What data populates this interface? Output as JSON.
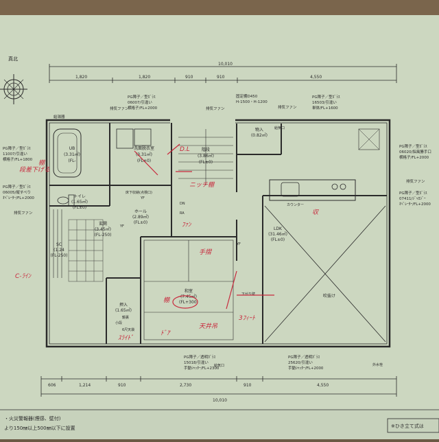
{
  "north": {
    "label": "真北"
  },
  "dimensions": {
    "top_total": "10,010",
    "top_segments": [
      "1,820",
      "1,820",
      "910",
      "910",
      "4,550"
    ],
    "bottom_segments": [
      "606",
      "1,214",
      "910",
      "2,730",
      "910",
      "4,550"
    ],
    "bottom_total": "10,010"
  },
  "windows": {
    "bath": [
      "PG障子／型ｶﾞﾗｽ",
      "11007/引違い",
      "横格子/FL+1800"
    ],
    "toilet": [
      "PG障子／型ｶﾞﾗｽ",
      "06005/縦すべり",
      "ｵﾍﾟﾚｰﾀｰ/FL+2000"
    ],
    "washroom": [
      "PG障子／型ｶﾞﾗｽ",
      "06007/引違い",
      "横格子/FL+2000"
    ],
    "storage": [
      "PG障子／型ｶﾞﾗｽ",
      "16503/引違い",
      "単体/FL+1600"
    ],
    "kitchen_right": [
      "PG障子／型ｶﾞﾗｽ",
      "06020/採風勝手口",
      "横格子/FL+2000"
    ],
    "ldk_right": [
      "PG障子／型ｶﾞﾗｽ",
      "07411/ｼﾞｬﾛｼﾞｰ",
      "ｵﾍﾟﾚｰﾀｰ/FL+2000"
    ],
    "washitsu_bottom": [
      "PG障子／透明ｶﾞﾗｽ",
      "15018/引違い",
      "手動ｼｬｯﾀｰ/FL+2300"
    ],
    "ldk_bottom": [
      "PG障子／透明ｶﾞﾗｽ",
      "25620/引違い",
      "手動ｼｬｯﾀｰ/FL+2000"
    ]
  },
  "rooms": {
    "ub": [
      "UB",
      "(3.31㎡)",
      "(FL-"
    ],
    "washroom": [
      "洗面脱衣室",
      "(3.31㎡)",
      "(FL±0)"
    ],
    "kaidan": [
      "階段",
      "(3.86㎡)",
      "(FL±0)"
    ],
    "monoire": [
      "物入",
      "(0.82㎡)"
    ],
    "toilet": [
      "トイレ",
      "(1.65㎡)",
      "(FL±0)"
    ],
    "hall": [
      "ホール",
      "(2.89㎡)",
      "(FL±0)"
    ],
    "genkan": [
      "玄関",
      "(3.45㎡)",
      "(FL-250)"
    ],
    "sc": [
      "SC",
      "(1.24",
      "(FL-250)"
    ],
    "washitsu": [
      "和室",
      "(7.45㎡)",
      "(FL+300)"
    ],
    "oshiire": [
      "押入",
      "(1.65㎡)"
    ],
    "ldk": [
      "LDK",
      "(31.46㎡)",
      "(FL±0)"
    ],
    "fukinuke": "吹抜け"
  },
  "notes": {
    "kyuyuki": "給湯器",
    "haikifan_1": "排気ファン",
    "haikifan_2": "排気ファン",
    "haikifan_3": "排気ファン",
    "haikifan_4": "排気ファン",
    "haikifan_5": "排気ファン",
    "kyuki": "給気口",
    "kyuki_2": "給気口",
    "fixed": [
      "固定棚D450",
      "H-1500・H-1200"
    ],
    "counter": "カウンター",
    "yukashita": "床下収納(点検口)",
    "yf_1": "YF",
    "yf_2": "YF",
    "yf_3": "YF",
    "ra": "RA",
    "ddn": "DN",
    "outdoor_faucet": "外水栓",
    "shoka": "小段",
    "shoka2": "6尺天袋",
    "kyuden": "鏡裏",
    "kama": "下がり壁",
    "fire_alarm": "・火災警報器(煙感、壁付)",
    "alarm_range": "より150㎜以上500㎜以下に設置",
    "hikitate": "※ひき立て式は"
  },
  "handwritten": {
    "bath_note": "棚",
    "bath_note2": "段差下げる",
    "dl": "D.L",
    "shelf": "ニッチ棚",
    "note_ldk": "収",
    "c_line": "C-ﾗｲﾝ",
    "arrow_a": "棚",
    "arrow_b": "ﾌｧﾝ",
    "mark_1": "手摺",
    "mark_2": "天井吊",
    "mark_3": "ｽﾗｲﾄﾞ",
    "mark_4": "ﾄﾞｱ",
    "mark_5": "3ﾌｨｰﾄ"
  },
  "colors": {
    "paper": "#ccd7c0",
    "line": "#2a2a2a",
    "ink": "#c8283c",
    "background": "#6b5a45"
  }
}
